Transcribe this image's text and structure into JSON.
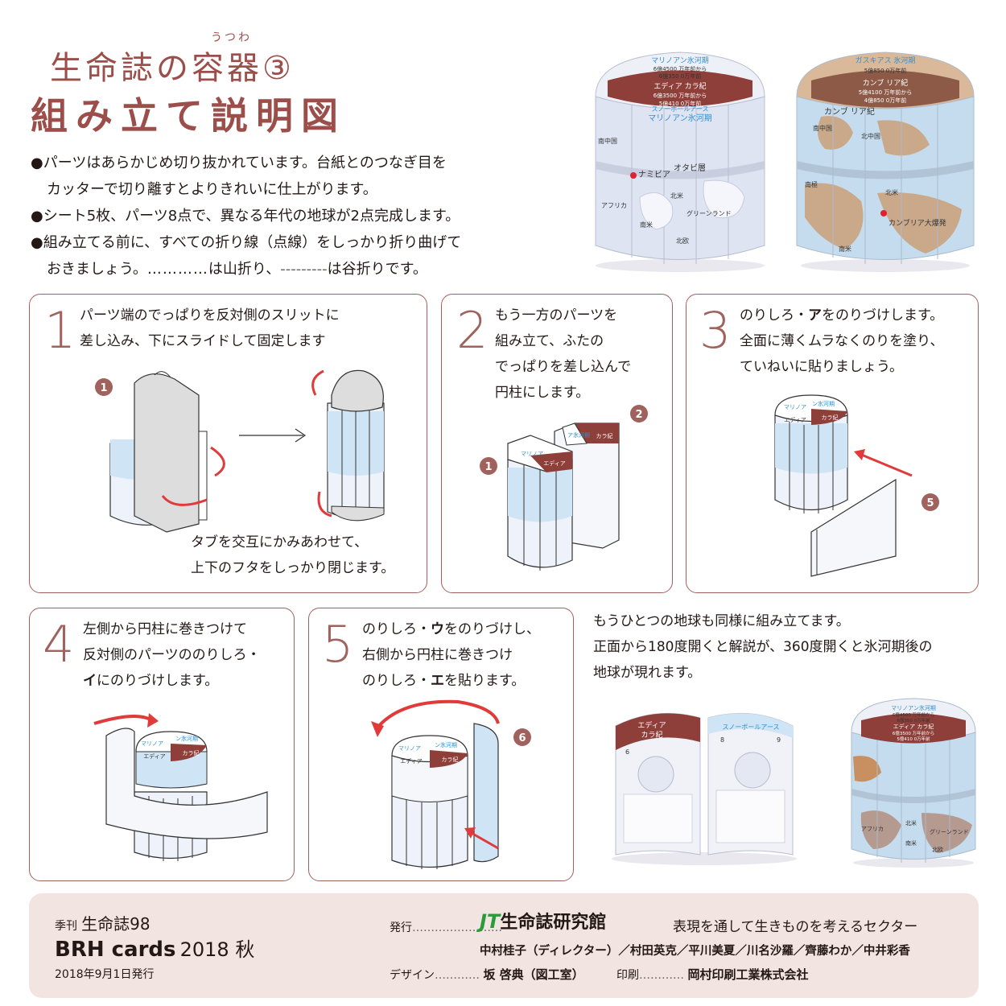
{
  "header": {
    "title_line1": "生命誌の容器③",
    "title_ruby": "うつわ",
    "title_line2": "組み立て説明図"
  },
  "intro": {
    "bullet": "●",
    "line1": "パーツはあらかじめ切り抜かれています。台紙とのつなぎ目を",
    "line1b": "カッターで切り離すとよりきれいに仕上がります。",
    "line2": "シート5枚、パーツ8点で、異なる年代の地球が2点完成します。",
    "line3": "組み立てる前に、すべての折り線（点線）をしっかり折り曲げて",
    "line3b_a": "おきましょう。",
    "line3b_dots": "…………",
    "line3b_b": "は山折り、",
    "line3b_dashes": "---------",
    "line3b_c": "は谷折りです。"
  },
  "photo_left": {
    "top_title": "マリノアン氷河期",
    "top_l1": "6億4500 万年前から",
    "top_l2": "6億350 0万年前",
    "band_title": "エディア カラ紀",
    "band_l1": "6億3500 万年前から",
    "band_l2": "5億410 0万年前",
    "sub1": "スノーボールアース",
    "sub2": "マリノアン氷河期",
    "map_a": "ナミビア",
    "map_b": "オタビ層",
    "map_c": "南中国",
    "map_d": "北米",
    "map_e": "グリーンランド",
    "map_f": "アフリカ",
    "map_g": "南米",
    "map_h": "北欧"
  },
  "photo_right": {
    "top_title": "ガスキアス 氷河期",
    "top_l1": "5億850 0万年前",
    "band_title": "カンブ リア紀",
    "band_l1": "5億4100 万年前から",
    "band_l2": "4億850 0万年前",
    "map_a": "カンブ リア紀",
    "map_b": "南中国",
    "map_c": "北中国",
    "map_d": "北米",
    "map_e": "カンブリア大爆発",
    "map_f": "南極",
    "map_g": "南米"
  },
  "step1": {
    "num": "1",
    "l1": "パーツ端のでっぱりを反対側のスリットに",
    "l2": "差し込み、下にスライドして固定します",
    "badge": "1",
    "cap1": "タブを交互にかみあわせて、",
    "cap2": "上下のフタをしっかり閉じます。"
  },
  "step2": {
    "num": "2",
    "l1": "もう一方のパーツを",
    "l2": "組み立て、ふたの",
    "l3": "でっぱりを差し込んで",
    "l4": "円柱にします。",
    "badge1": "1",
    "badge2": "2",
    "lbl_a": "マリノア",
    "lbl_b": "エディア",
    "lbl_c": "ア氷河期",
    "lbl_d": "カラ紀"
  },
  "step3": {
    "num": "3",
    "l1a": "のりしろ・",
    "l1b": "ア",
    "l1c": "をのりづけします。",
    "l2": "全面に薄くムラなくのりを塗り、",
    "l3": "ていねいに貼りましょう。",
    "badge": "5",
    "lbl_a": "マリノア",
    "lbl_b": "ン氷河期",
    "lbl_c": "エディア",
    "lbl_d": "カラ紀"
  },
  "step4": {
    "num": "4",
    "l1": "左側から円柱に巻きつけて",
    "l2": "反対側のパーツののりしろ・",
    "l3a": "イ",
    "l3b": "にのりづけします。",
    "lbl_a": "マリノア",
    "lbl_b": "ン氷河期",
    "lbl_c": "エディア",
    "lbl_d": "カラ紀"
  },
  "step5": {
    "num": "5",
    "l1a": "のりしろ・",
    "l1b": "ウ",
    "l1c": "をのりづけし、",
    "l2": "右側から円柱に巻きつけ",
    "l3a": "のりしろ・",
    "l3b": "エ",
    "l3c": "を貼ります。",
    "badge": "6",
    "lbl_a": "マリノア",
    "lbl_b": "ン氷河期",
    "lbl_c": "エディア",
    "lbl_d": "カラ紀"
  },
  "note": {
    "l1": "もうひとつの地球も同様に組み立てます。",
    "l2": "正面から180度開くと解説が、360度開くと氷河期後の",
    "l3": "地球が現れます。"
  },
  "photo_open": {
    "t1": "エディア",
    "t2": "カラ紀",
    "t3": "スノーボールアース",
    "n6": "6",
    "n8": "8",
    "n9": "9"
  },
  "photo_small": {
    "top_title": "マリノアン氷河期",
    "top_l1": "6億4500 万年前から",
    "top_l2": "6億350 0万年前",
    "band_title": "エディア カラ紀",
    "band_l1": "6億3500 万年前から",
    "band_l2": "5億410 0万年前",
    "map_a": "北米",
    "map_b": "アフリカ",
    "map_c": "南米",
    "map_d": "グリーンランド",
    "map_e": "北欧"
  },
  "footer": {
    "quarterly": "季刊",
    "magazine": "生命誌98",
    "brand": "BRH cards",
    "season": "2018 秋",
    "date": "2018年9月1日発行",
    "publisher_label": "発行",
    "publisher_dots": "……………………",
    "jt": "JT",
    "publisher": "生命誌研究館",
    "tagline": "表現を通して生きものを考えるセクター",
    "staff": "中村桂子（ディレクター）／村田英克／平川美夏／川名沙羅／齊藤わか／中井彩香",
    "design_label": "デザイン",
    "design_dots": "…………",
    "designer": "坂 啓典（図工室）",
    "print_label": "印刷",
    "print_dots": "…………",
    "printer": "岡村印刷工業株式会社"
  },
  "colors": {
    "brand": "#9b4e4a",
    "accent_red": "#e03a3a",
    "ice_blue": "#c9e2f3",
    "band_brown": "#8e3f3a",
    "footer_bg": "#f2e4e0"
  }
}
